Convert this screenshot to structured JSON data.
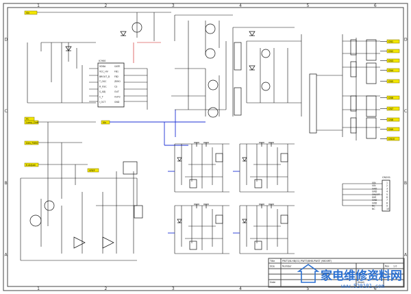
{
  "sheet": {
    "col_markers": [
      "1",
      "2",
      "3",
      "4",
      "5",
      "6"
    ],
    "row_markers": [
      "D",
      "C",
      "B",
      "A"
    ]
  },
  "colors": {
    "wire": "#111111",
    "hv_wire": "#1b2fd6",
    "rail": "#cc1111",
    "net_tag": "#f2e600",
    "watermark": "#2a6fd0"
  },
  "net_tags_left": [
    "Vin",
    "PC",
    "Lamp_Dim",
    "Dim_PWM",
    "E-Adjust",
    "VREF"
  ],
  "output_tags_right": [
    "CN1",
    "CN2",
    "CN3",
    "CN4",
    "CN5",
    "CN6",
    "CN7",
    "CN8",
    "CN9",
    "CN10"
  ],
  "main_ic": {
    "ref": "IC900",
    "pins_left": [
      "VDDA",
      "VCC_HV",
      "BROUT_D",
      "T_OSC",
      "R_OSC",
      "S_ADJ",
      "C_T",
      "I_OCT"
    ],
    "pins_right": [
      "GATE",
      "FB1",
      "FB2",
      "ZERO",
      "CS",
      "OUT",
      "OUT2",
      "GND"
    ]
  },
  "connector": {
    "ref": "CN201",
    "pins": [
      "1",
      "2",
      "3",
      "4",
      "5",
      "6",
      "7",
      "8",
      "9",
      "10"
    ],
    "signals": [
      "VIN",
      "VIN",
      "GND",
      "GND",
      "ON/OFF",
      "DIM",
      "GND",
      "GND",
      "NC",
      "NC"
    ]
  },
  "title_block": {
    "title_label": "Title",
    "title": "PWT3/8-HB(01) PWT3/8HB-PWST (9800RT)",
    "size_label": "Size",
    "number_label": "Number",
    "revision_label": "Rev",
    "revision": "1.0",
    "date_label": "Date",
    "sheet_label": "Sheet"
  },
  "watermark": {
    "text": "家电维修资料网",
    "url": "www.520101.com"
  }
}
